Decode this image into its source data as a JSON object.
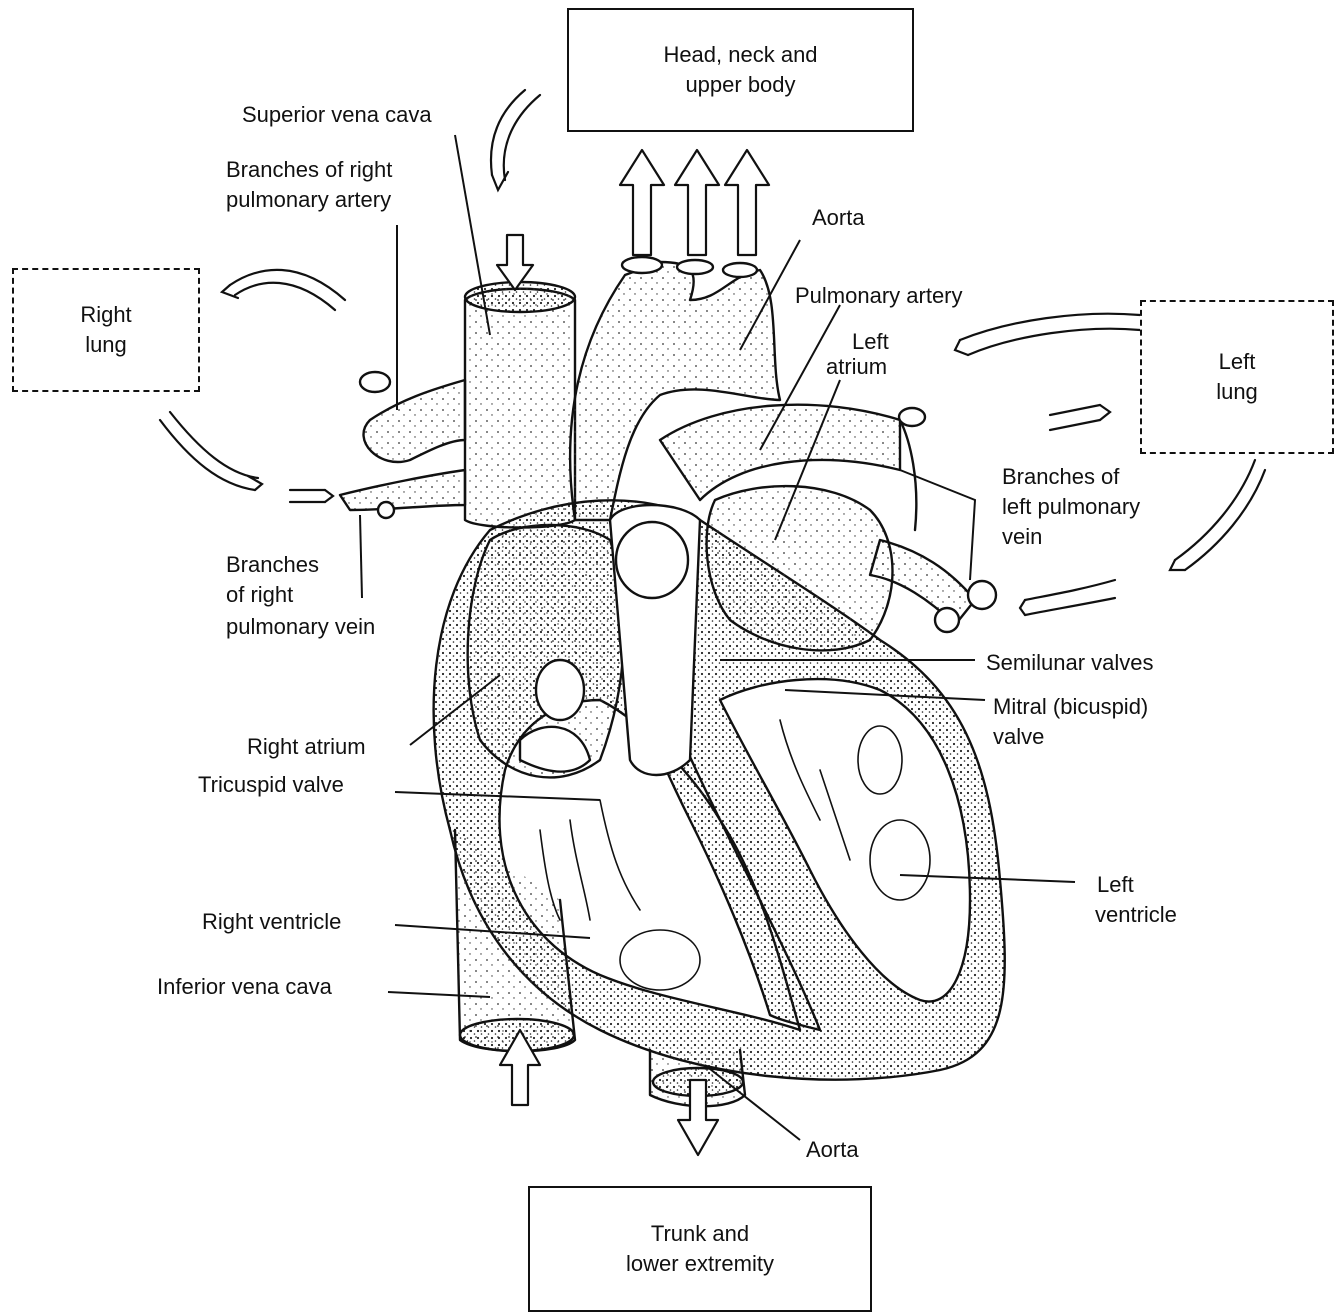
{
  "boxes": {
    "head": "Head, neck and\nupper body",
    "right_lung": "Right\nlung",
    "left_lung": "Left\nlung",
    "trunk": "Trunk and\nlower extremity"
  },
  "labels": {
    "superior_vena_cava": "Superior vena cava",
    "branches_right_pulmonary_artery_1": "Branches of right",
    "branches_right_pulmonary_artery_2": "pulmonary artery",
    "aorta_top": "Aorta",
    "pulmonary_artery": "Pulmonary artery",
    "left_atrium_1": "Left",
    "left_atrium_2": "atrium",
    "branches_left_pulmonary_vein_1": "Branches of",
    "branches_left_pulmonary_vein_2": "left pulmonary",
    "branches_left_pulmonary_vein_3": "vein",
    "branches_right_pulmonary_vein_1": "Branches",
    "branches_right_pulmonary_vein_2": "of right",
    "branches_right_pulmonary_vein_3": "pulmonary vein",
    "semilunar_valves": "Semilunar valves",
    "mitral_valve_1": "Mitral (bicuspid)",
    "mitral_valve_2": "valve",
    "right_atrium": "Right atrium",
    "tricuspid_valve": "Tricuspid valve",
    "left_ventricle_1": "Left",
    "left_ventricle_2": "ventricle",
    "right_ventricle": "Right ventricle",
    "inferior_vena_cava": "Inferior vena cava",
    "aorta_bottom": "Aorta"
  }
}
